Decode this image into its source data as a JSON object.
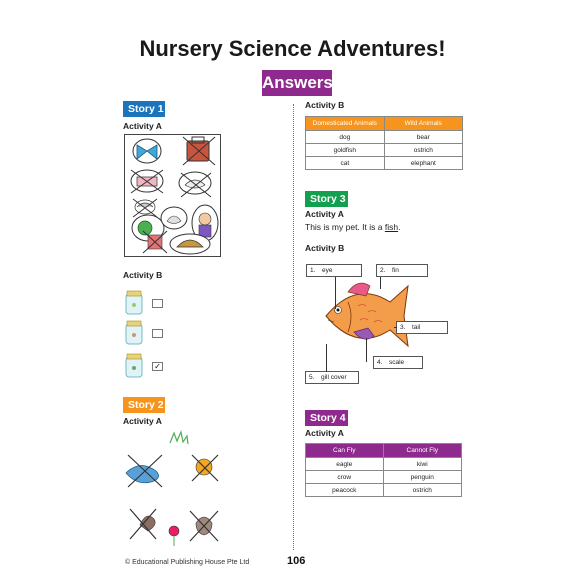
{
  "page": {
    "title": "Nursery Science Adventures!",
    "badge": "Answers",
    "footer": "© Educational Publishing House Pte Ltd",
    "page_number": "106"
  },
  "colors": {
    "story1": "#1a75bc",
    "story2": "#f7941d",
    "story3": "#12a04f",
    "story4": "#8e2a8e",
    "badge": "#8e2a8e"
  },
  "story1": {
    "tag": "Story 1",
    "activity_a": "Activity A",
    "activity_b": "Activity B",
    "checkboxes": [
      "",
      "",
      "✓"
    ]
  },
  "story2": {
    "tag": "Story 2",
    "activity_a": "Activity A"
  },
  "right_activity_b": {
    "label": "Activity B",
    "headers": [
      "Domesticated Animals",
      "Wild Animals"
    ],
    "rows": [
      [
        "dog",
        "bear"
      ],
      [
        "goldfish",
        "ostrich"
      ],
      [
        "cat",
        "elephant"
      ]
    ]
  },
  "story3": {
    "tag": "Story 3",
    "activity_a": "Activity A",
    "sentence_pre": "This is my pet. It is a ",
    "sentence_answer": "fish",
    "sentence_post": ".",
    "activity_b": "Activity B",
    "labels": [
      {
        "num": "1.",
        "text": "eye"
      },
      {
        "num": "2.",
        "text": "fin"
      },
      {
        "num": "3.",
        "text": "tail"
      },
      {
        "num": "4.",
        "text": "scale"
      },
      {
        "num": "5.",
        "text": "gill cover"
      }
    ]
  },
  "story4": {
    "tag": "Story 4",
    "activity_a": "Activity A",
    "headers": [
      "Can Fly",
      "Cannot Fly"
    ],
    "rows": [
      [
        "eagle",
        "kiwi"
      ],
      [
        "crow",
        "penguin"
      ],
      [
        "peacock",
        "ostrich"
      ]
    ]
  }
}
